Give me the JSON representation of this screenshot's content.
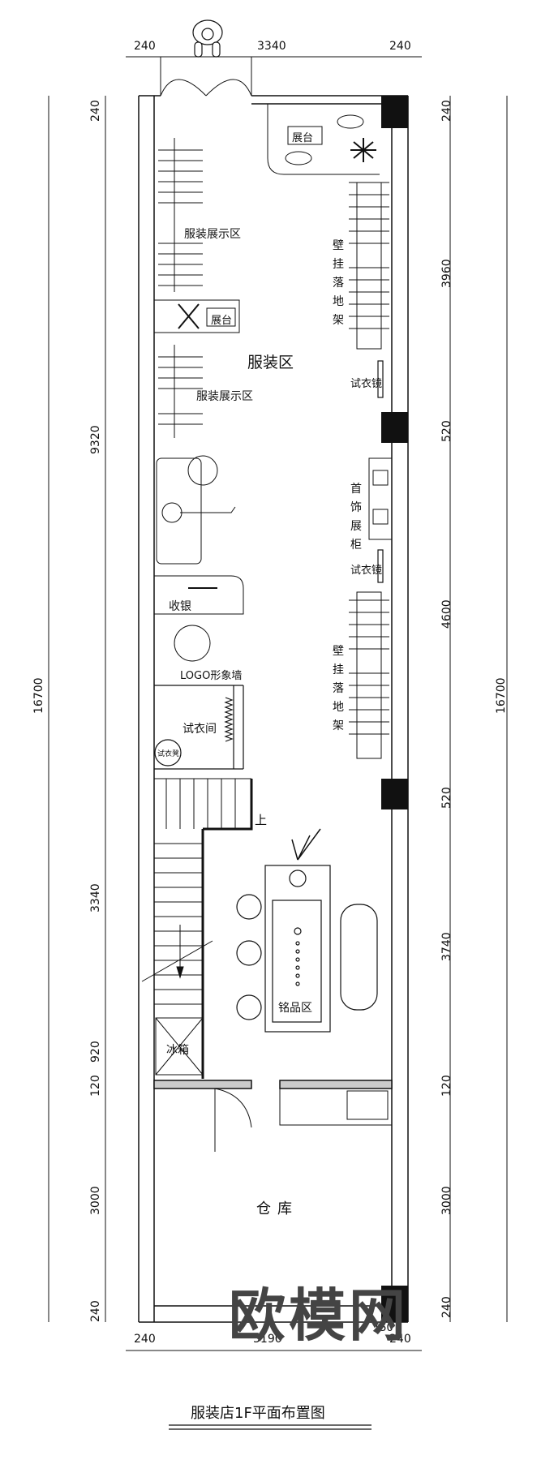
{
  "title": "服装店1F平面布置图",
  "watermark": "欧模网",
  "top_dims": [
    "240",
    "3340",
    "240"
  ],
  "bottom_dims": [
    "240",
    "3190",
    "240"
  ],
  "left_total": "16700",
  "left_dims": [
    "240",
    "9320",
    "3340",
    "920",
    "120",
    "3000",
    "240"
  ],
  "right_total": "16700",
  "right_dims": [
    "240",
    "3960",
    "520",
    "4600",
    "520",
    "3740",
    "120",
    "3000",
    "240"
  ],
  "small_dim": "150",
  "rooms": {
    "clothing_area": "服装区",
    "display_zone_1": "服装展示区",
    "display_zone_2": "服装展示区",
    "display_stand_1": "展台",
    "display_stand_2": "展台",
    "wall_rack_1": "壁挂落地架",
    "wall_rack_2": "壁挂落地架",
    "mirror_1": "试衣镜",
    "mirror_2": "试衣镜",
    "jewelry": "首饰展柜",
    "cashier": "收银",
    "logo_wall": "LOGO形象墙",
    "fitting_room": "试衣间",
    "fitting_stool": "试衣凳",
    "stairs_up": "上",
    "tea_area": "铭品区",
    "fridge": "冰箱",
    "storage": "仓库"
  },
  "colors": {
    "line": "#111111",
    "column": "#111111",
    "paper": "#ffffff"
  }
}
